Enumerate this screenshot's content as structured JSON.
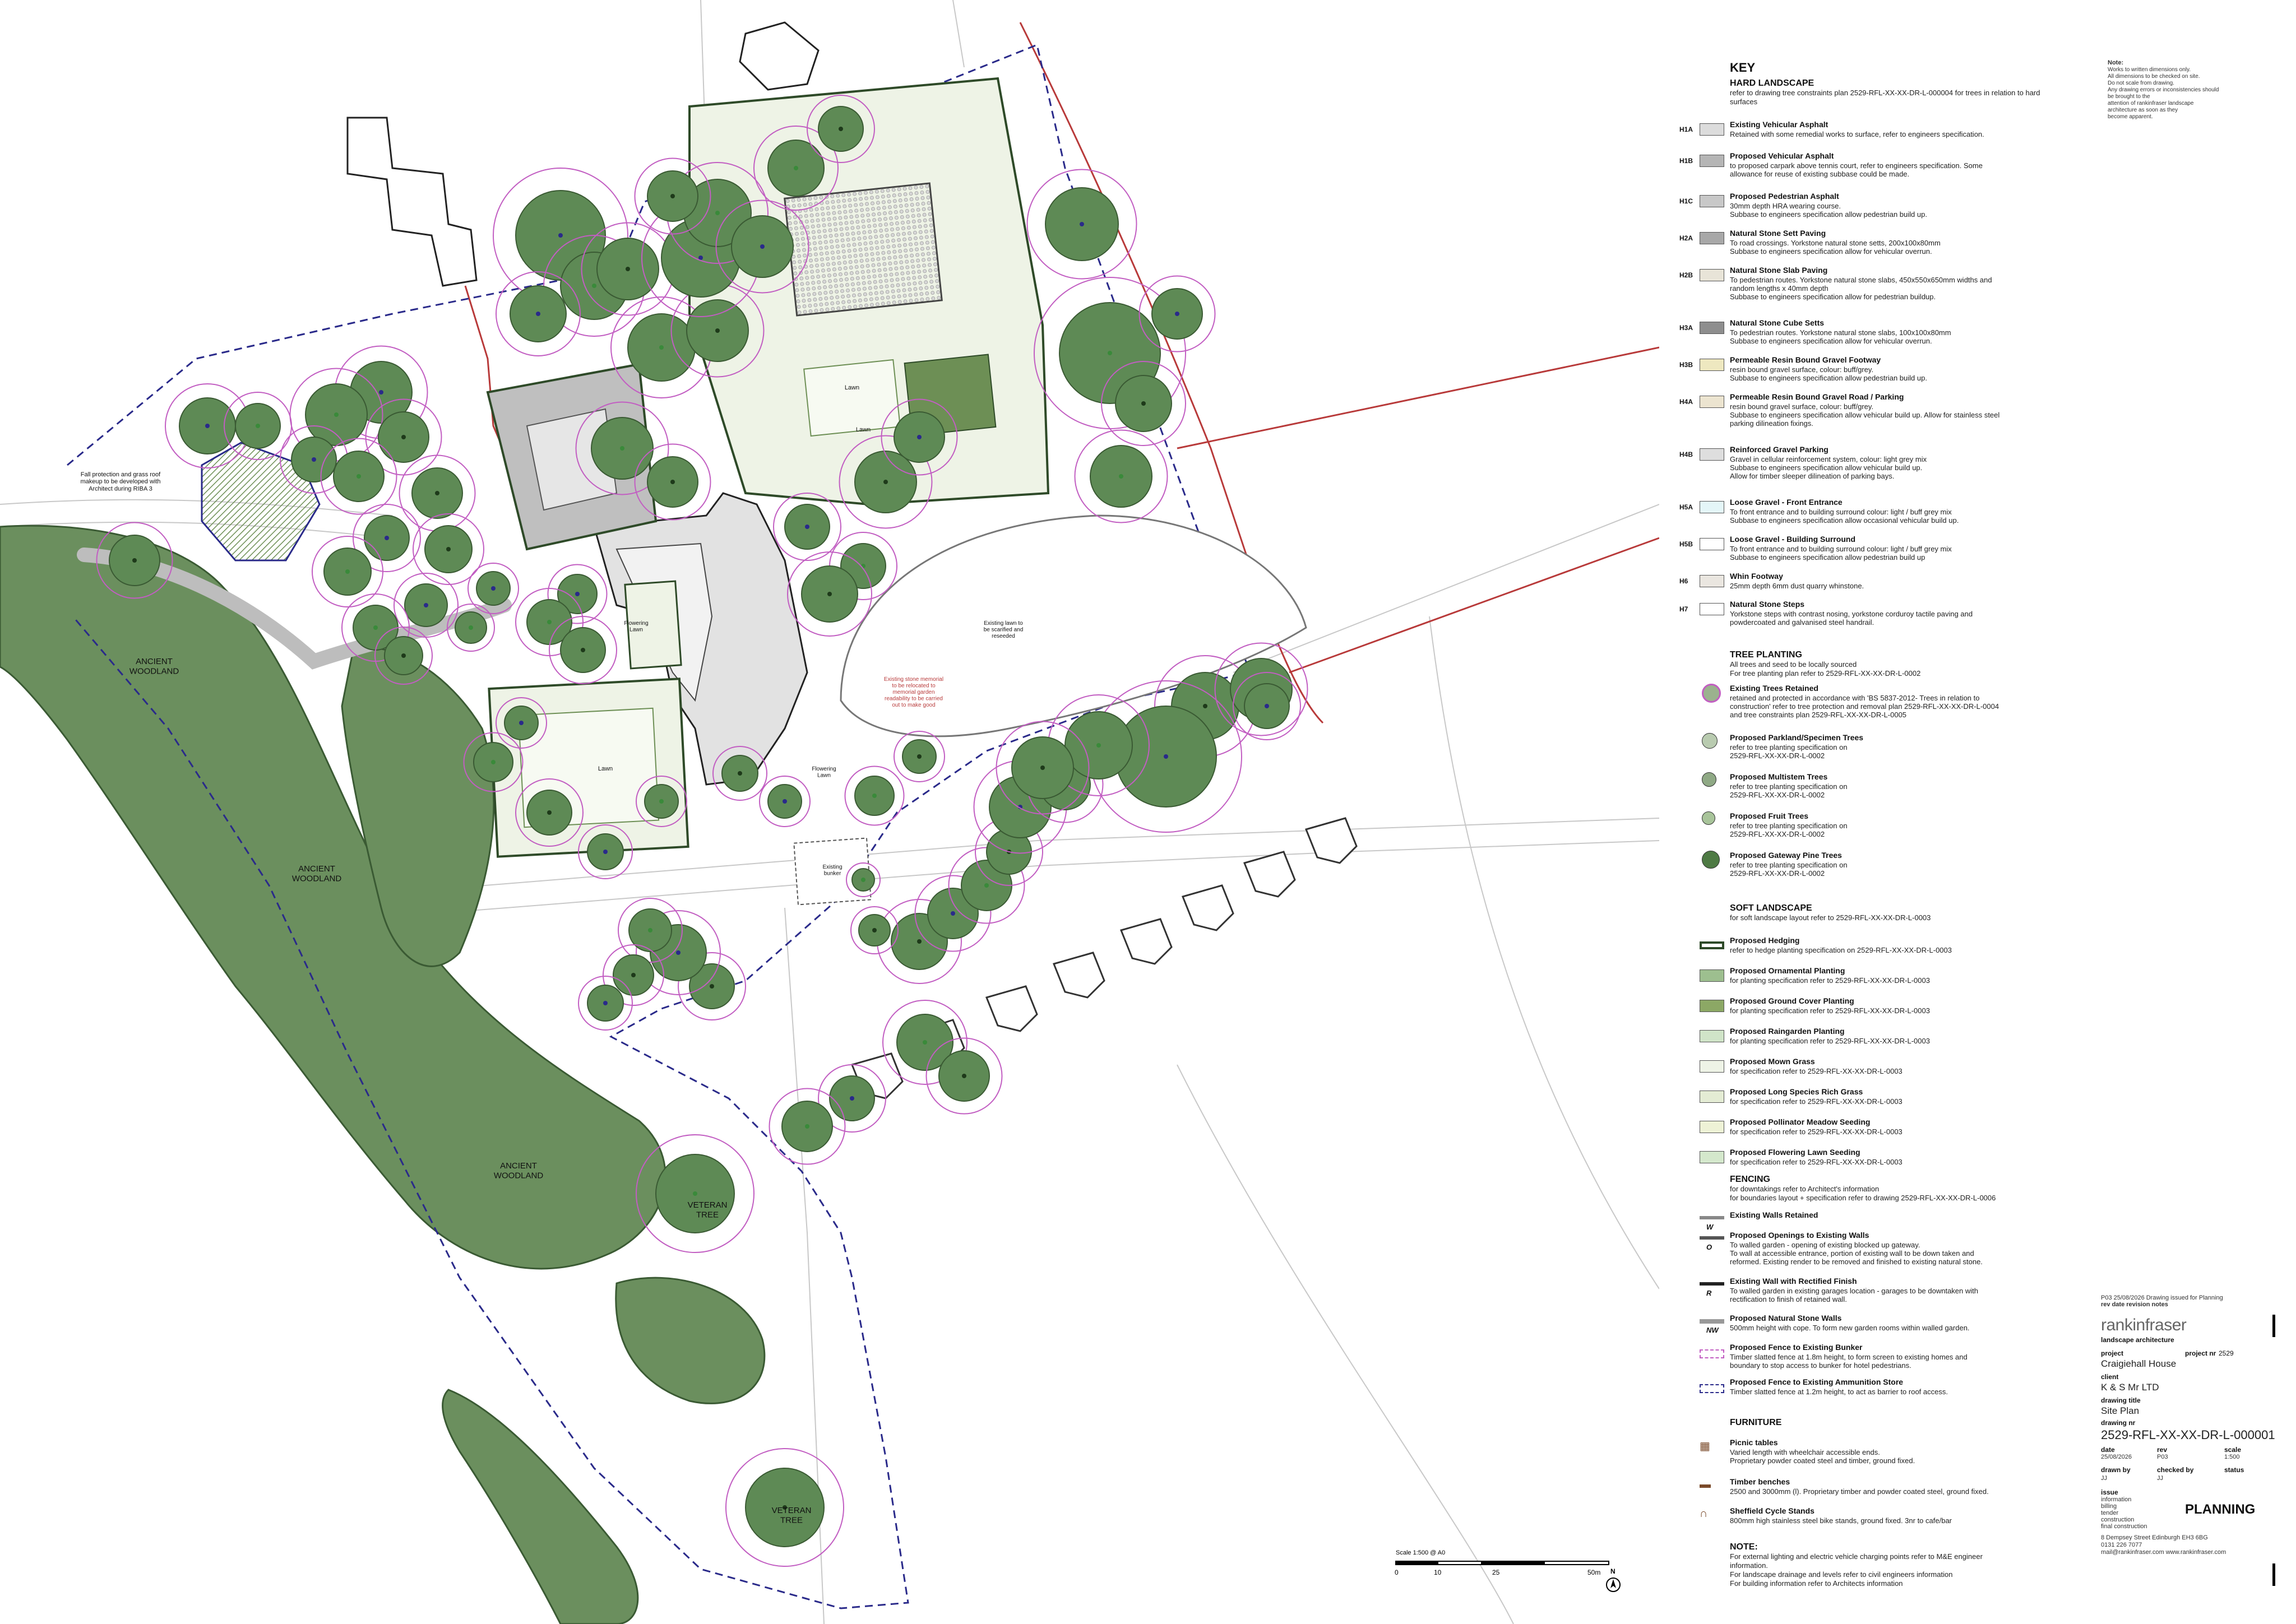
{
  "map": {
    "labels": {
      "ancient_woodland_1": "ANCIENT\nWOODLAND",
      "ancient_woodland_2": "ANCIENT\nWOODLAND",
      "ancient_woodland_3": "ANCIENT\nWOODLAND",
      "veteran_tree_1": "VETERAN\nTREE",
      "veteran_tree_2": "VETERAN\nTREE",
      "lawn_1": "Lawn",
      "lawn_2": "Lawn",
      "lawn_3": "Lawn",
      "flowering_lawn_1": "Flowering\nLawn",
      "flowering_lawn_2": "Flowering\nLawn",
      "existing_lawn": "Existing lawn to\nbe scarified and\nreseeded",
      "fall_protection": "Fall protection and grass roof\nmakeup to be developed with\nArchitect during RIBA 3",
      "bunker_note": "Existing stone memorial\nto be relocated to\nmemorial garden\nreadability to be carried\nout to make good",
      "existing_bunker": "Existing\nbunker"
    },
    "scale_bar": {
      "title": "Scale 1:500 @ A0",
      "ticks": [
        "0",
        "10",
        "25",
        "50m"
      ],
      "north": "N"
    }
  },
  "key": {
    "title": "KEY",
    "hard_landscape": {
      "title": "HARD LANDSCAPE",
      "sub": "refer to drawing tree constraints plan 2529-RFL-XX-XX-DR-L-000004 for trees in relation to hard surfaces",
      "items": [
        {
          "code": "H1A",
          "label": "Existing Vehicular Asphalt",
          "desc": "Retained with some remedial works to surface, refer to engineers specification."
        },
        {
          "code": "H1B",
          "label": "Proposed Vehicular Asphalt",
          "desc": "to proposed carpark above tennis court, refer to engineers specification. Some\nallowance for reuse of existing subbase could be made."
        },
        {
          "code": "H1C",
          "label": "Proposed Pedestrian Asphalt",
          "desc": "30mm depth HRA wearing course.\nSubbase to engineers specification allow pedestrian build up."
        },
        {
          "code": "H2A",
          "label": "Natural Stone Sett Paving",
          "desc": "To road crossings. Yorkstone natural stone setts, 200x100x80mm\nSubbase to engineers specification allow for vehicular overrun."
        },
        {
          "code": "H2B",
          "label": "Natural Stone Slab Paving",
          "desc": "To pedestrian routes. Yorkstone natural stone slabs, 450x550x650mm widths and\nrandom lengths x 40mm depth\nSubbase to engineers specification allow for pedestrian buildup."
        },
        {
          "code": "H3A",
          "label": "Natural Stone Cube Setts",
          "desc": "To pedestrian routes. Yorkstone natural stone slabs, 100x100x80mm\nSubbase to engineers specification allow for vehicular overrun."
        },
        {
          "code": "H3B",
          "label": "Permeable Resin Bound Gravel Footway",
          "desc": "resin bound gravel surface, colour: buff/grey.\nSubbase to engineers specification allow pedestrian build up."
        },
        {
          "code": "H4A",
          "label": "Permeable Resin Bound Gravel Road / Parking",
          "desc": "resin bound gravel surface, colour: buff/grey.\nSubbase to engineers specification allow vehicular build up. Allow for stainless steel\nparking dilineation fixings."
        },
        {
          "code": "H4B",
          "label": "Reinforced Gravel Parking",
          "desc": "Gravel in cellular reinforcement system, colour: light grey mix\nSubbase to engineers specification allow vehicular build up.\nAllow for timber sleeper dilineation of parking bays."
        },
        {
          "code": "H5A",
          "label": "Loose Gravel - Front Entrance",
          "desc": "To front entrance and to building surround colour: light / buff grey mix\nSubbase to engineers specification allow occasional vehicular build up."
        },
        {
          "code": "H5B",
          "label": "Loose Gravel - Building Surround",
          "desc": "To front entrance and to building surround colour: light / buff grey mix\nSubbase to engineers specification allow pedestrian build up"
        },
        {
          "code": "H6",
          "label": "Whin Footway",
          "desc": "25mm depth 6mm dust quarry whinstone."
        },
        {
          "code": "H7",
          "label": "Natural Stone Steps",
          "desc": "Yorkstone steps with contrast nosing, yorkstone corduroy tactile paving and\npowdercoated and galvanised steel handrail."
        }
      ]
    },
    "tree_planting": {
      "title": "TREE PLANTING",
      "sub": "All trees and seed to be locally sourced\nFor tree planting plan refer to 2529-RFL-XX-XX-DR-L-0002",
      "items": [
        {
          "label": "Existing Trees Retained",
          "desc": "retained and protected in accordance with 'BS 5837-2012- Trees in relation to\nconstruction' refer to tree protection and removal plan 2529-RFL-XX-XX-DR-L-0004\nand tree constraints plan 2529-RFL-XX-XX-DR-L-0005"
        },
        {
          "label": "Proposed Parkland/Specimen Trees",
          "desc": "refer to tree planting specification on\n2529-RFL-XX-XX-DR-L-0002"
        },
        {
          "label": "Proposed Multistem Trees",
          "desc": "refer to tree planting specification on\n2529-RFL-XX-XX-DR-L-0002"
        },
        {
          "label": "Proposed Fruit Trees",
          "desc": "refer to tree planting specification on\n2529-RFL-XX-XX-DR-L-0002"
        },
        {
          "label": "Proposed Gateway Pine Trees",
          "desc": "refer to tree planting specification on\n2529-RFL-XX-XX-DR-L-0002"
        }
      ]
    },
    "soft_landscape": {
      "title": "SOFT LANDSCAPE",
      "sub": "for soft landscape layout refer to 2529-RFL-XX-XX-DR-L-0003",
      "items": [
        {
          "label": "Proposed Hedging",
          "desc": "refer to hedge planting specification on 2529-RFL-XX-XX-DR-L-0003"
        },
        {
          "label": "Proposed Ornamental Planting",
          "desc": "for planting specification refer to 2529-RFL-XX-XX-DR-L-0003"
        },
        {
          "label": "Proposed Ground Cover Planting",
          "desc": "for planting specification refer to 2529-RFL-XX-XX-DR-L-0003"
        },
        {
          "label": "Proposed Raingarden Planting",
          "desc": "for planting specification refer to 2529-RFL-XX-XX-DR-L-0003"
        },
        {
          "label": "Proposed Mown Grass",
          "desc": "for specification refer to 2529-RFL-XX-XX-DR-L-0003"
        },
        {
          "label": "Proposed Long Species Rich Grass",
          "desc": "for specification refer to 2529-RFL-XX-XX-DR-L-0003"
        },
        {
          "label": "Proposed Pollinator Meadow  Seeding",
          "desc": "for specification refer to 2529-RFL-XX-XX-DR-L-0003"
        },
        {
          "label": "Proposed Flowering Lawn Seeding",
          "desc": "for specification refer to 2529-RFL-XX-XX-DR-L-0003"
        }
      ]
    },
    "fencing": {
      "title": "FENCING",
      "sub": "for downtakings refer to Architect's information\nfor boundaries layout + specification refer to drawing 2529-RFL-XX-XX-DR-L-0006",
      "items": [
        {
          "tag": "W",
          "label": "Existing Walls Retained",
          "desc": ""
        },
        {
          "tag": "O",
          "label": "Proposed Openings to Existing Walls",
          "desc": "To walled garden - opening of existing blocked up gateway.\nTo wall at accessible entrance, portion of existing wall to be down taken and\nreformed. Existing render to be removed and finished to existing natural stone."
        },
        {
          "tag": "R",
          "label": "Existing Wall with Rectified Finish",
          "desc": "To walled garden in existing garages location - garages to be downtaken with\nrectification to finish of retained wall."
        },
        {
          "tag": "NW",
          "label": "Proposed Natural Stone Walls",
          "desc": "500mm height with cope. To form new garden rooms within walled garden."
        },
        {
          "tag": "",
          "label": "Proposed Fence to Existing Bunker",
          "desc": "Timber slatted fence at 1.8m height, to form screen to existing homes and\nboundary to stop access to bunker for hotel pedestrians."
        },
        {
          "tag": "",
          "label": "Proposed Fence to Existing Ammunition Store",
          "desc": "Timber slatted fence at 1.2m height, to act as barrier to roof access."
        }
      ]
    },
    "furniture": {
      "title": "FURNITURE",
      "items": [
        {
          "label": "Picnic tables",
          "desc": "Varied length with wheelchair accessible ends.\nProprietary powder coated steel and timber, ground fixed."
        },
        {
          "label": "Timber benches",
          "desc": "2500 and 3000mm (l). Proprietary timber and powder coated steel, ground fixed."
        },
        {
          "label": "Sheffield Cycle Stands",
          "desc": "800mm high stainless steel bike stands, ground fixed. 3nr to cafe/bar"
        }
      ]
    },
    "note": {
      "title": "NOTE:",
      "text": "For external lighting and electric vehicle charging points refer to M&E engineer\ninformation.\nFor landscape drainage and levels refer to civil engineers information\nFor building information refer to Architects information"
    }
  },
  "corner_note": {
    "title": "Note:",
    "text": "Works to written dimensions only.\nAll dimensions to be checked on site.\nDo not scale from drawing.\nAny drawing errors or inconsistencies should be brought to the\nattention of rankinfraser landscape architecture as soon as they\nbecome apparent."
  },
  "title_block": {
    "revision": "P03   25/08/2026   Drawing issued for Planning",
    "rev_headers": "rev   date        revision notes",
    "company": "rankinfraser",
    "company_sub": "landscape architecture",
    "project_label": "project",
    "project_nr_label": "project nr",
    "project_nr": "2529",
    "project": "Craigiehall House",
    "client_label": "client",
    "client": "K & S Mr LTD",
    "drawing_title_label": "drawing title",
    "drawing_title": "Site Plan",
    "drawing_nr_label": "drawing nr",
    "drawing_nr": "2529-RFL-XX-XX-DR-L-000001",
    "date_label": "date",
    "rev_label": "rev",
    "scale_label": "scale",
    "date": "25/08/2026",
    "rev": "P03",
    "scale": "1:500",
    "drawn_by_label": "drawn by",
    "checked_by_label": "checked by",
    "status_label": "status",
    "drawn_by": "JJ",
    "checked_by": "JJ",
    "issue_label": "issue",
    "issue_options": "information\nbilling\ntender\nconstruction\nfinal construction",
    "status": "PLANNING",
    "address": "8 Dempsey Street  Edinburgh EH3 6BG\n0131 226 7077\nmail@rankinfraser.com  www.rankinfraser.com"
  },
  "colors": {
    "woodland": "#6b8f5e",
    "tree_fill": "#5e8a55",
    "tree_line": "#3a5a33",
    "canopy_ring": "#c25ec2",
    "boundary_red": "#b83a3a",
    "boundary_blue": "#2a2a8a",
    "lawn": "#eef3e6",
    "paving_grey": "#b9b9b9"
  }
}
